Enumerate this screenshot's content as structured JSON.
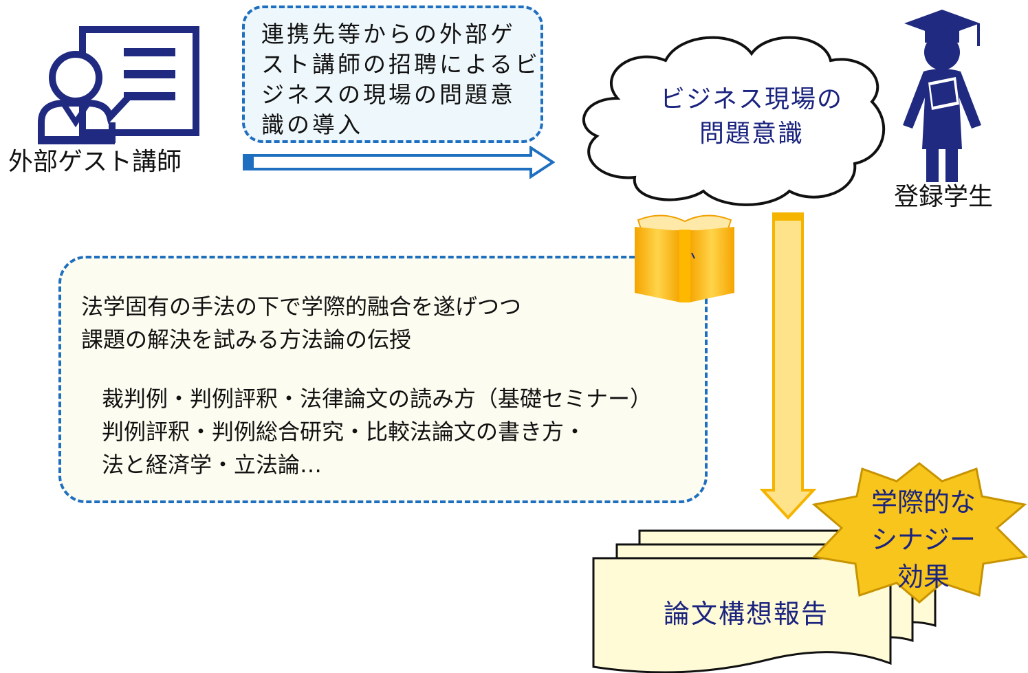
{
  "lecturer": {
    "label": "外部ゲスト講師",
    "icon": "lecturer-presentation-icon"
  },
  "top_note": {
    "lines": [
      "連携先等からの外部ゲ",
      "スト講師の招聘によるビ",
      "ジネスの現場の問題意",
      "識の導入"
    ]
  },
  "cloud": {
    "lines": [
      "ビジネス現場の",
      "問題意識"
    ]
  },
  "student": {
    "label": "登録学生",
    "icon": "graduate-student-icon"
  },
  "book": {
    "icon": "open-book-icon"
  },
  "method_box": {
    "intro_lines": [
      "法学固有の手法の下で学際的融合を遂げつつ",
      "課題の解決を試みる方法論の伝授"
    ],
    "topic_lines": [
      "裁判例・判例評釈・法律論文の読み方（基礎セミナー）",
      "判例評釈・判例総合研究・比較法論文の書き方・",
      "法と経済学・立法論…"
    ]
  },
  "documents": {
    "label": "論文構想報告",
    "icon": "stacked-documents-icon"
  },
  "star": {
    "lines": [
      "学際的な",
      "シナジー",
      "効果"
    ]
  },
  "colors": {
    "navy": "#1f2a80",
    "dash_blue": "#1f6fc0",
    "arrow_fill": "#ffe38a",
    "arrow_stroke": "#f5b400",
    "star_fill": "#f7c51b",
    "doc_fill": "#fffbd6",
    "text_dark": "#111111",
    "text_navy": "#1a237e"
  }
}
